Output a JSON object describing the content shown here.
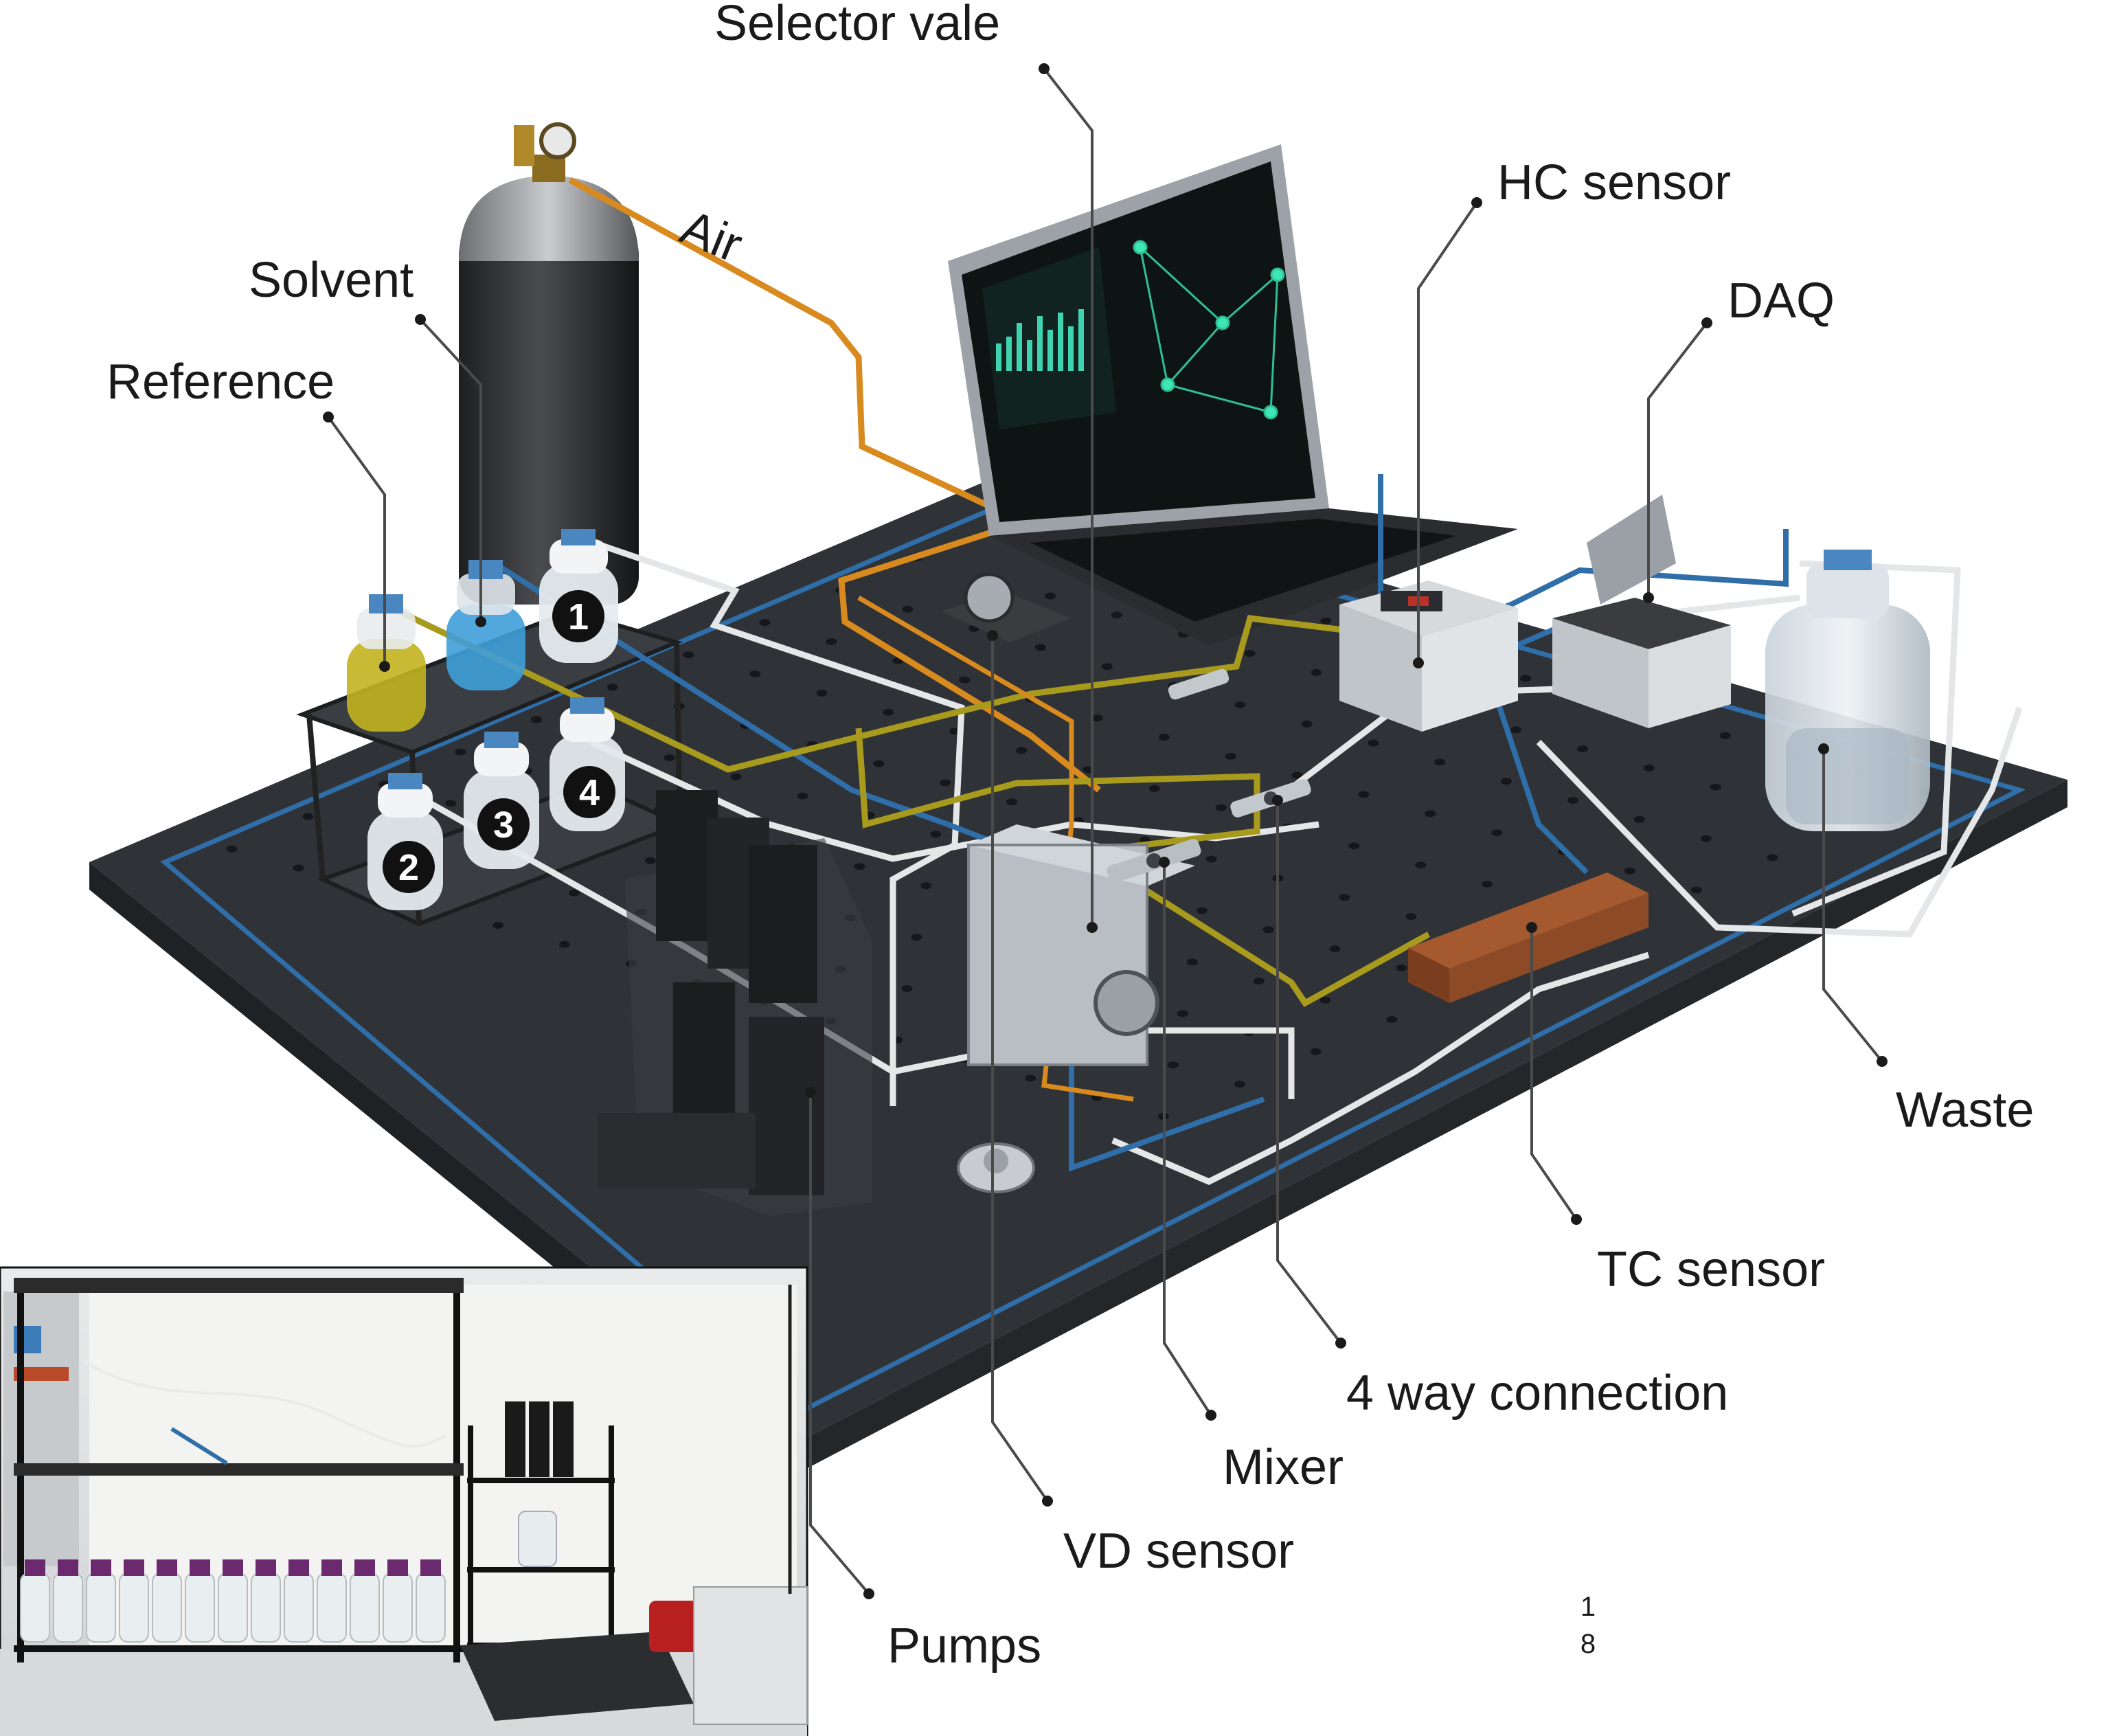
{
  "labels": {
    "selector_valve": "Selector vale",
    "air": "Air",
    "solvent": "Solvent",
    "reference": "Reference",
    "hc_sensor": "HC sensor",
    "daq": "DAQ",
    "waste": "Waste",
    "tc_sensor": "TC sensor",
    "four_way": "4 way connection",
    "mixer": "Mixer",
    "vd_sensor": "VD sensor",
    "pumps": "Pumps"
  },
  "bottle_numbers": [
    "1",
    "2",
    "3",
    "4"
  ],
  "page_number": [
    "1",
    "8"
  ],
  "colors": {
    "table": "#2f3338",
    "tube_blue": "#2f6ea8",
    "tube_yellow": "#a89a1c",
    "tube_orange": "#d98a1e",
    "tube_white": "#e4e6e8",
    "reference_liquid": "#c2b21e",
    "solvent_liquid": "#3f9fd8"
  }
}
